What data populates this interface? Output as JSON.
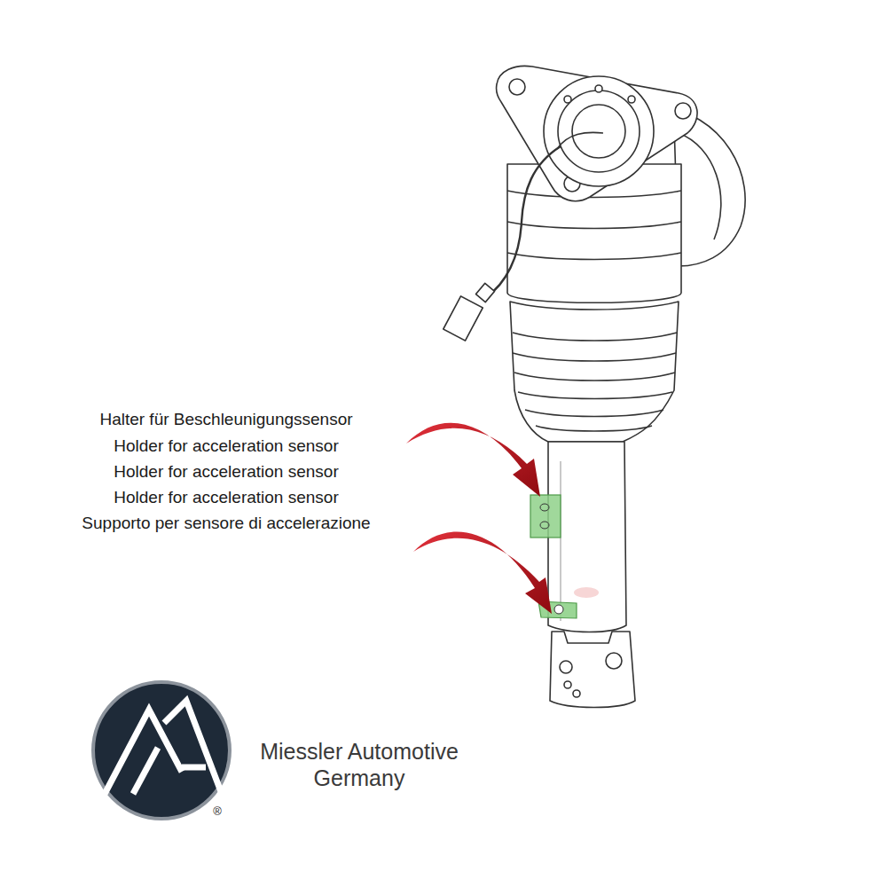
{
  "diagram": {
    "labels": [
      "Halter für Beschleunigungssensor",
      "Holder for acceleration sensor",
      "Holder for acceleration sensor",
      "Holder for acceleration sensor",
      "Supporto per sensore di accelerazione",
      "Miessler Automotive Germany",
      "®"
    ]
  }
}
